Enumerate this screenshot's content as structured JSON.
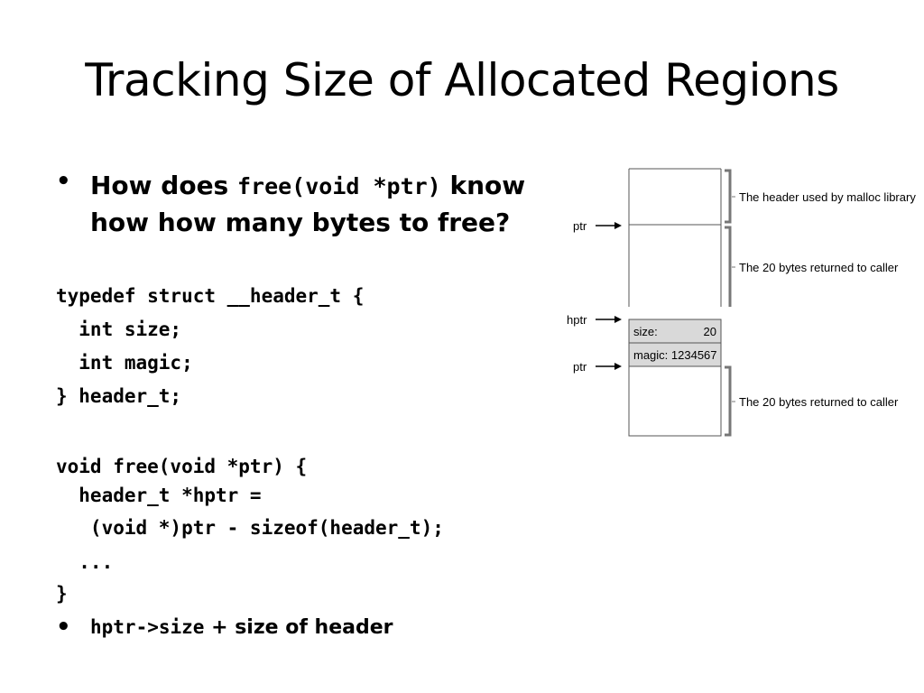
{
  "slide": {
    "title": "Tracking Size of Allocated Regions",
    "question": {
      "prefix": "How does ",
      "code": "free(void *ptr)",
      "rest": " know how how many bytes to free?"
    },
    "code_lines": [
      "typedef struct __header_t {",
      "  int size;",
      "  int magic;",
      "} header_t;",
      "void free(void *ptr) {",
      "  header_t *hptr =",
      "   (void *)ptr - sizeof(header_t);",
      "  ...",
      "}"
    ],
    "bottom_bullet": {
      "code": "hptr->size",
      "text": " + size of header"
    }
  },
  "diagram": {
    "top": {
      "ptr_label": "ptr",
      "header_caption": "The header used by malloc library",
      "body_caption": "The 20 bytes returned to caller"
    },
    "bottom": {
      "hptr_label": "hptr",
      "size_label": "size:",
      "size_value": "20",
      "magic_label": "magic: 1234567",
      "ptr_label": "ptr",
      "body_caption": "The 20 bytes returned to caller"
    }
  }
}
